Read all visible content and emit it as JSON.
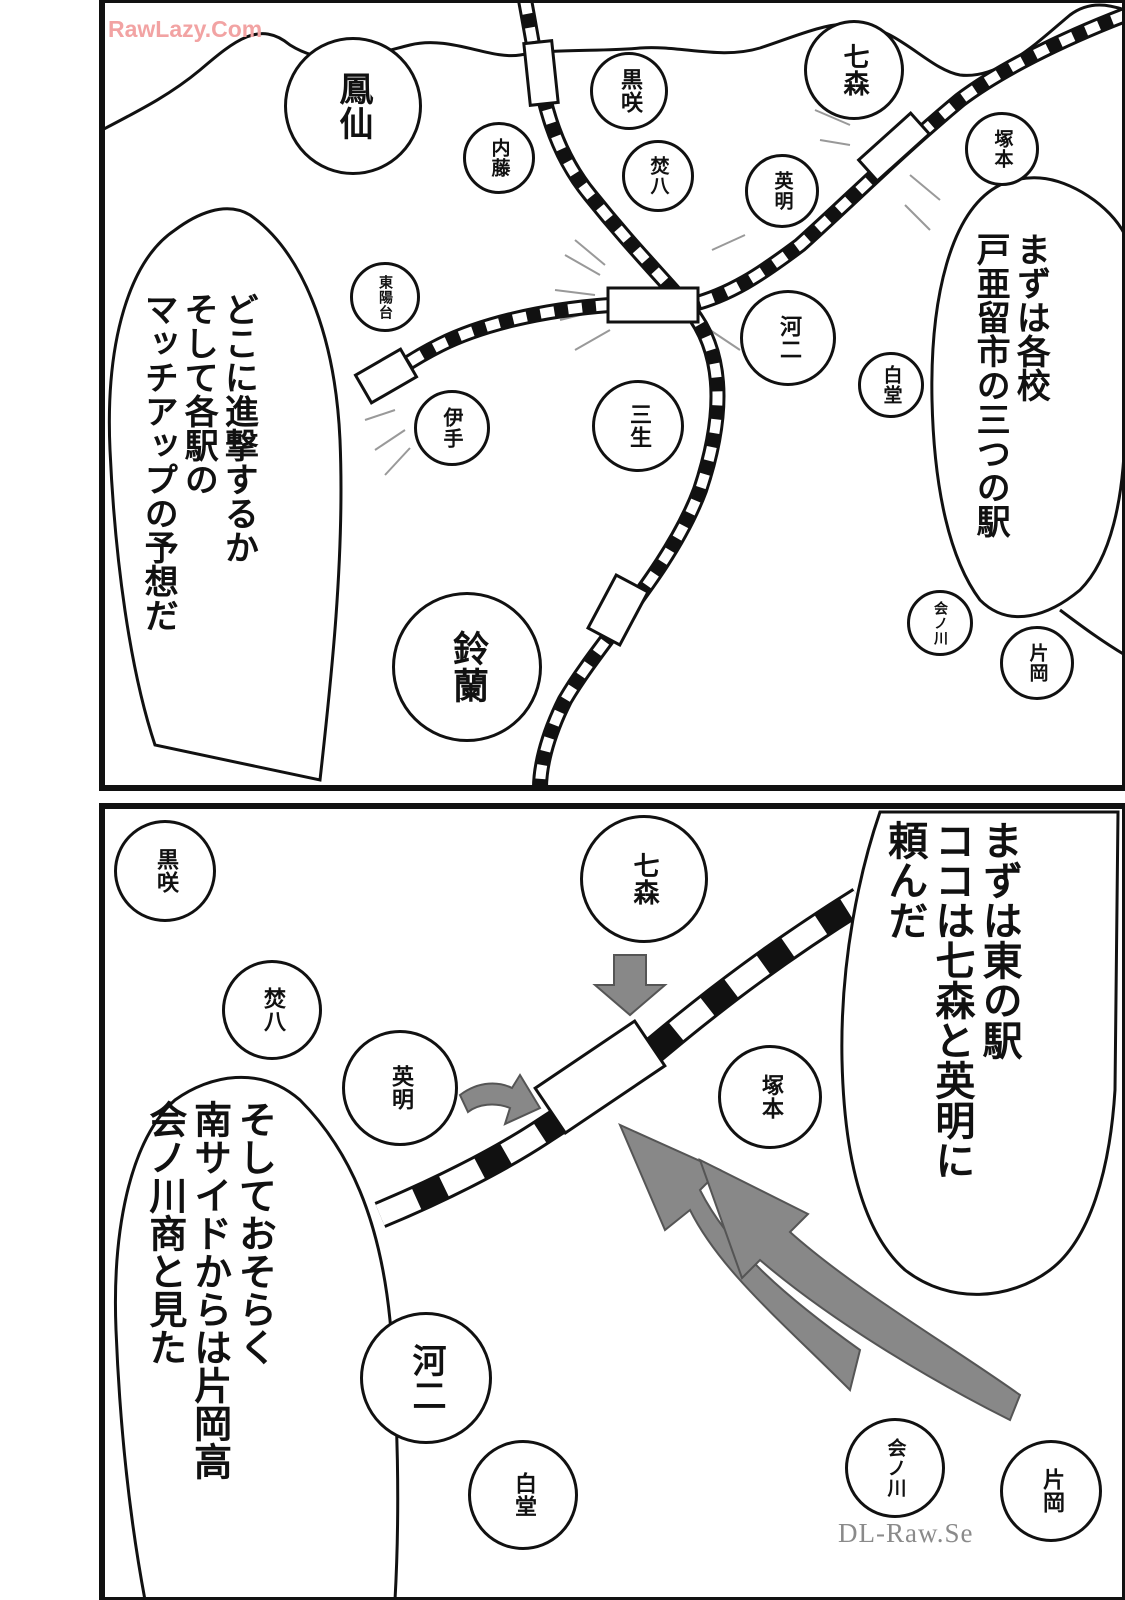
{
  "watermarks": {
    "top": "RawLazy.Com",
    "bottom": "DL-Raw.Se"
  },
  "panel1": {
    "stations": {
      "housen": "鳳仙",
      "kurosaki": "黒咲",
      "naito": "内藤",
      "keihachi": "焚八",
      "nanamori": "七森",
      "eimei": "英明",
      "tsukamoto": "塚本",
      "toyodai": "東陽台",
      "kouji": "河二",
      "hakudou": "白堂",
      "ite": "伊手",
      "sansei": "三生",
      "suzuran": "鈴蘭",
      "ainokawa": "会ノ川",
      "kataoka": "片岡"
    },
    "bubble_right": "まずは各校\n戸亜留市の三つの駅",
    "bubble_left": "どこに進撃するか\nそして各駅の\nマッチアップの予想だ"
  },
  "panel2": {
    "stations": {
      "kurosaki": "黒咲",
      "nanamori": "七森",
      "keihachi": "焚八",
      "eimei": "英明",
      "tsukamoto": "塚本",
      "kouji": "河二",
      "hakudou": "白堂",
      "ainokawa": "会ノ川",
      "kataoka": "片岡"
    },
    "bubble_right": "まずは東の駅\nココは七森と英明に\n頼んだ",
    "bubble_left": "そしておそらく\n南サイドからは片岡高\n会ノ川商と見た"
  }
}
